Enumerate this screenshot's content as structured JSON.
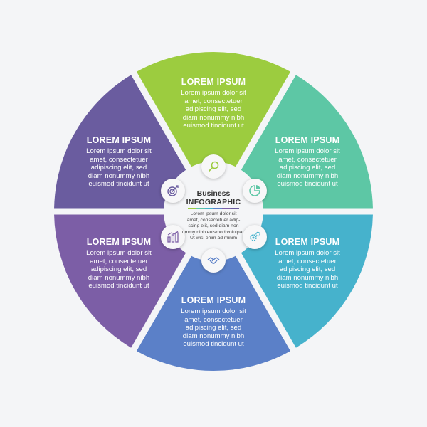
{
  "segments": [
    {
      "id": "top",
      "title": "LOREM IPSUM",
      "body": "Lorem ipsum dolor sit\namet, consectetuer\nadipiscing elit, sed\ndiam nonummy nibh\neuismod tincidunt ut",
      "color": "#9ccc3f",
      "icon": "search-icon"
    },
    {
      "id": "upper-right",
      "title": "LOREM IPSUM",
      "body": "Lorem ipsum dolor sit\namet, consectetuer\nadipiscing elit, sed\ndiam nonummy nibh\neuismod tincidunt ut",
      "color": "#5dc7a5",
      "icon": "pie-chart-icon"
    },
    {
      "id": "lower-right",
      "title": "LOREM IPSUM",
      "body": "Lorem ipsum dolor sit\namet, consectetuer\nadipiscing elit, sed\ndiam nonummy nibh\neuismod tincidunt ut",
      "color": "#46b2cc",
      "icon": "gear-icon"
    },
    {
      "id": "bottom",
      "title": "LOREM IPSUM",
      "body": "Lorem ipsum dolor sit\namet, consectetuer\nadipiscing elit, sed\ndiam nonummy nibh\neuismod tincidunt ut",
      "color": "#5b80c8",
      "icon": "handshake-icon"
    },
    {
      "id": "lower-left",
      "title": "LOREM IPSUM",
      "body": "Lorem ipsum dolor sit\namet, consectetuer\nadipiscing elit, sed\ndiam nonummy nibh\neuismod tincidunt ut",
      "color": "#7c5ea6",
      "icon": "bar-chart-icon"
    },
    {
      "id": "upper-left",
      "title": "LOREM IPSUM",
      "body": "Lorem ipsum dolor sit\namet, consectetuer\nadipiscing elit, sed\ndiam nonummy nibh\neuismod tincidunt ut",
      "color": "#6a5c9f",
      "icon": "target-icon"
    }
  ],
  "center": {
    "title_line1": "Business",
    "title_line2": "INFOGRAPHIC",
    "body": "Lorem ipsum dolor sit\namet, consectetuer adip-\nscing elit, sed diam non\nummy nibh euismod volutpat.\nUt wisi enim ad minim"
  }
}
